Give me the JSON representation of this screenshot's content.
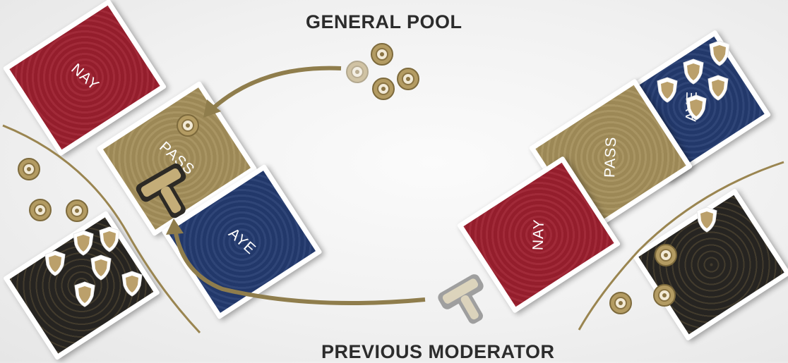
{
  "general_pool_label": "GENERAL POOL",
  "previous_moderator_label": "PREVIOUS MODERATOR",
  "left_cards": {
    "nay": "NAY",
    "pass": "PASS",
    "aye": "AYE"
  },
  "right_cards": {
    "nay": "NAY",
    "pass": "PASS",
    "aye": "AYE"
  },
  "icons": {
    "coin": "coin-token-icon",
    "shield": "shield-token-icon",
    "gavel": "gavel-icon",
    "arrow": "arrow-icon"
  },
  "colors": {
    "nay_red": "#9c1f2e",
    "pass_gold": "#a48f5b",
    "aye_blue": "#243b70",
    "player_board": "#262421",
    "gold_accent": "#b9a06a",
    "arrow": "#8f7d4c"
  }
}
